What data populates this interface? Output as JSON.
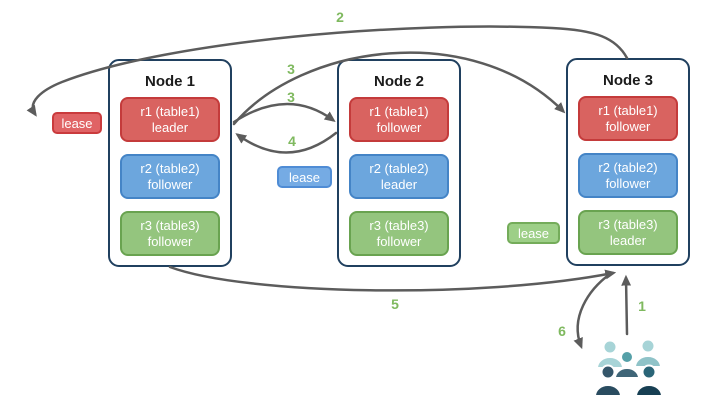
{
  "nodes": [
    {
      "title": "Node 1",
      "replicas": [
        {
          "name": "r1 (table1)",
          "role": "leader",
          "variant": "red"
        },
        {
          "name": "r2 (table2)",
          "role": "follower",
          "variant": "blue"
        },
        {
          "name": "r3 (table3)",
          "role": "follower",
          "variant": "green"
        }
      ]
    },
    {
      "title": "Node 2",
      "replicas": [
        {
          "name": "r1 (table1)",
          "role": "follower",
          "variant": "red"
        },
        {
          "name": "r2 (table2)",
          "role": "leader",
          "variant": "blue"
        },
        {
          "name": "r3 (table3)",
          "role": "follower",
          "variant": "green"
        }
      ]
    },
    {
      "title": "Node 3",
      "replicas": [
        {
          "name": "r1 (table1)",
          "role": "follower",
          "variant": "red"
        },
        {
          "name": "r2 (table2)",
          "role": "follower",
          "variant": "blue"
        },
        {
          "name": "r3 (table3)",
          "role": "leader",
          "variant": "green"
        }
      ]
    }
  ],
  "leases": [
    {
      "label": "lease",
      "variant": "red",
      "color": "#e06365"
    },
    {
      "label": "lease",
      "variant": "blue",
      "color": "#75abe4"
    },
    {
      "label": "lease",
      "variant": "green",
      "color": "#9dcf87"
    }
  ],
  "steps": [
    {
      "value": "2"
    },
    {
      "value": "3"
    },
    {
      "value": "3"
    },
    {
      "value": "4"
    },
    {
      "value": "5"
    },
    {
      "value": "6"
    },
    {
      "value": "1"
    }
  ],
  "icons": {
    "users": "users-group-icon"
  },
  "colors": {
    "node_border": "#20405f",
    "replica_red": "#d96360",
    "replica_blue": "#6ca6dd",
    "replica_green": "#94c57e",
    "arrow": "#5c5c5c",
    "step_number": "#7fb95f",
    "users_light_teal": "#a7d4d7",
    "users_mid_teal": "#55a0a8",
    "users_slate": "#3f6577",
    "users_dark": "#2a4c60",
    "users_darkest": "#173f53"
  }
}
